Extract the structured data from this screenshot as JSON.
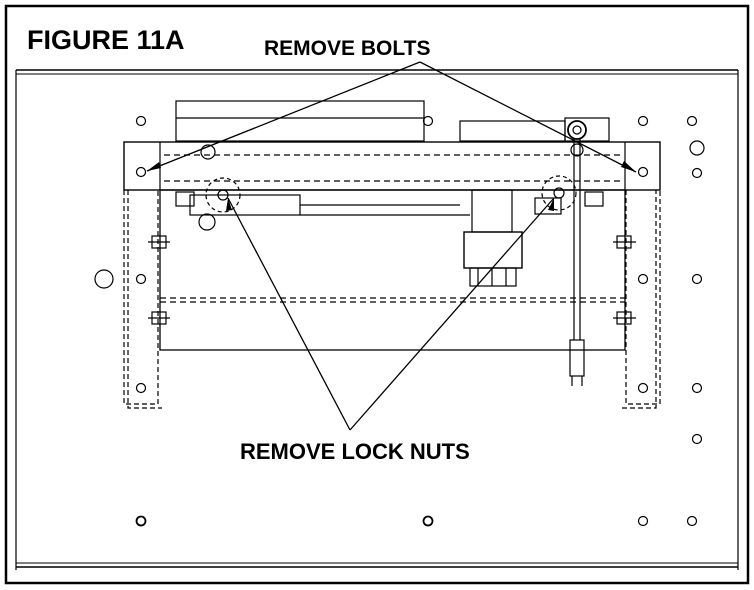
{
  "figure": {
    "title": "FIGURE 11A",
    "callouts": {
      "remove_bolts": "REMOVE BOLTS",
      "remove_lock_nuts": "REMOVE LOCK NUTS"
    }
  },
  "colors": {
    "line": "#000000",
    "background": "#ffffff"
  }
}
